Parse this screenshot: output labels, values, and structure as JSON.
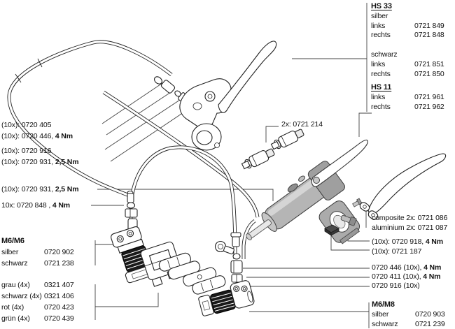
{
  "left": {
    "callout_405": {
      "text": "(10x): 0720 405",
      "bold": ""
    },
    "callout_446": {
      "text": "(10x): 0720 446, ",
      "bold": "4 Nm"
    },
    "callout_916": {
      "text": "(10x): 0720 916",
      "bold": ""
    },
    "callout_931a": {
      "text": "(10x): 0720 931, ",
      "bold": "2,5 Nm"
    },
    "callout_931b": {
      "text": "(10x): 0720 931, ",
      "bold": "2,5 Nm"
    },
    "callout_848": {
      "text": "10x: 0720 848 , ",
      "bold": "4 Nm"
    },
    "m6m6": {
      "title": "M6/M6",
      "rows": [
        {
          "label": "silber",
          "value": "0720 902"
        },
        {
          "label": "schwarz",
          "value": "0721 238"
        }
      ]
    },
    "pads": {
      "rows": [
        {
          "label": "grau (4x)",
          "value": "0321 407"
        },
        {
          "label": "schwarz (4x)",
          "value": "0321 406"
        },
        {
          "label": "rot (4x)",
          "value": "0720 423"
        },
        {
          "label": "grün (4x)",
          "value": "0720 439"
        }
      ]
    }
  },
  "right": {
    "hs33": {
      "title": "HS 33",
      "variants": [
        {
          "name": "silber",
          "rows": [
            {
              "label": "links",
              "value": "0721 849"
            },
            {
              "label": "rechts",
              "value": "0721 848"
            }
          ]
        },
        {
          "name": "schwarz",
          "rows": [
            {
              "label": "links",
              "value": "0721 851"
            },
            {
              "label": "rechts",
              "value": "0721 850"
            }
          ]
        }
      ]
    },
    "hs11": {
      "title": "HS 11",
      "rows": [
        {
          "label": "links",
          "value": "0721 961"
        },
        {
          "label": "rechts",
          "value": "0721 962"
        }
      ]
    },
    "callout_214": {
      "text": "2x: 0721 214"
    },
    "blade_composite": {
      "text": "composite 2x: 0721 086"
    },
    "blade_aluminium": {
      "text": "aluminium 2x: 0721 087"
    },
    "callout_918": {
      "text": "(10x): 0720 918, ",
      "bold": "4 Nm"
    },
    "callout_187": {
      "text": "(10x): 0721 187",
      "bold": ""
    },
    "callout_446b": {
      "text": "0720 446 (10x), ",
      "bold": "4 Nm"
    },
    "callout_411": {
      "text": "0720 411 (10x), ",
      "bold": "4 Nm"
    },
    "callout_916b": {
      "text": "0720 916 (10x)",
      "bold": ""
    },
    "m6m8": {
      "title": "M6/M8",
      "rows": [
        {
          "label": "silber",
          "value": "0720 903"
        },
        {
          "label": "schwarz",
          "value": "0721 239"
        }
      ]
    }
  },
  "colors": {
    "line": "#222222",
    "leader": "#444444",
    "boot_black": "#191919",
    "metal_gray": "#b5b5b5",
    "metal_dark": "#9f9f9f",
    "background": "#ffffff"
  }
}
